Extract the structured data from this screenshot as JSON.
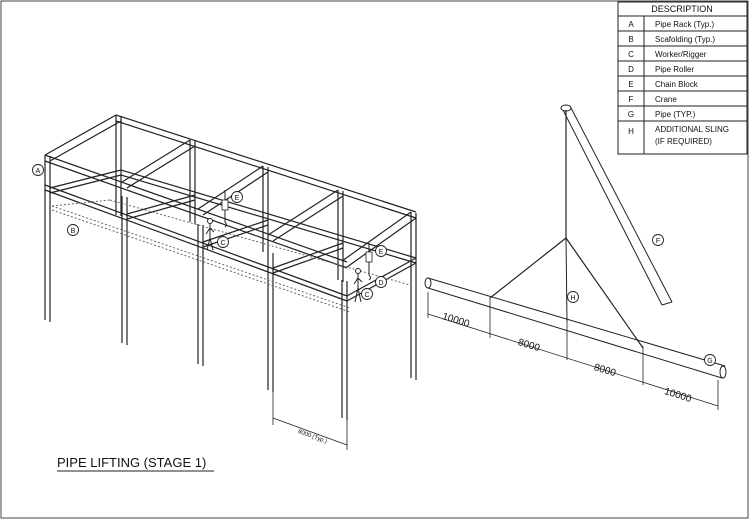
{
  "legend": {
    "title": "DESCRIPTION",
    "rows": [
      {
        "key": "A",
        "text": "Pipe Rack (Typ.)"
      },
      {
        "key": "B",
        "text": "Scafolding (Typ.)"
      },
      {
        "key": "C",
        "text": "Worker/Rigger"
      },
      {
        "key": "D",
        "text": "Pipe Roller"
      },
      {
        "key": "E",
        "text": "Chain Block"
      },
      {
        "key": "F",
        "text": "Crane"
      },
      {
        "key": "G",
        "text": "Pipe (TYP.)"
      },
      {
        "key": "H",
        "text": "ADDITIONAL SLING",
        "text2": "(IF REQUIRED)"
      }
    ]
  },
  "callouts": {
    "a": "A",
    "b": "B",
    "c1": "C",
    "c2": "C",
    "d": "D",
    "e1": "E",
    "e2": "E",
    "f": "F",
    "g": "G",
    "h": "H"
  },
  "dimensions": {
    "bay": "8000 (Typ.)",
    "seg1": "10000",
    "seg2": "8000",
    "seg3": "8000",
    "seg4": "10000"
  },
  "caption": "PIPE LIFTING (STAGE 1)"
}
